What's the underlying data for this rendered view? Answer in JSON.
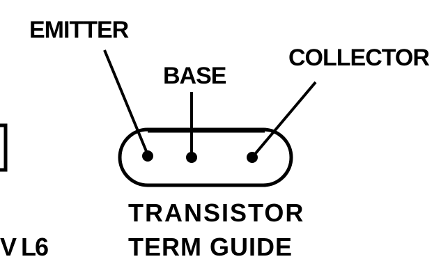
{
  "labels": {
    "emitter": "EMITTER",
    "base": "BASE",
    "collector": "COLLECTOR"
  },
  "caption": {
    "line1": "TRANSISTOR",
    "line2": "TERM GUIDE"
  },
  "edge_fragment": "V L6",
  "colors": {
    "ink": "#000000",
    "background": "#ffffff"
  }
}
